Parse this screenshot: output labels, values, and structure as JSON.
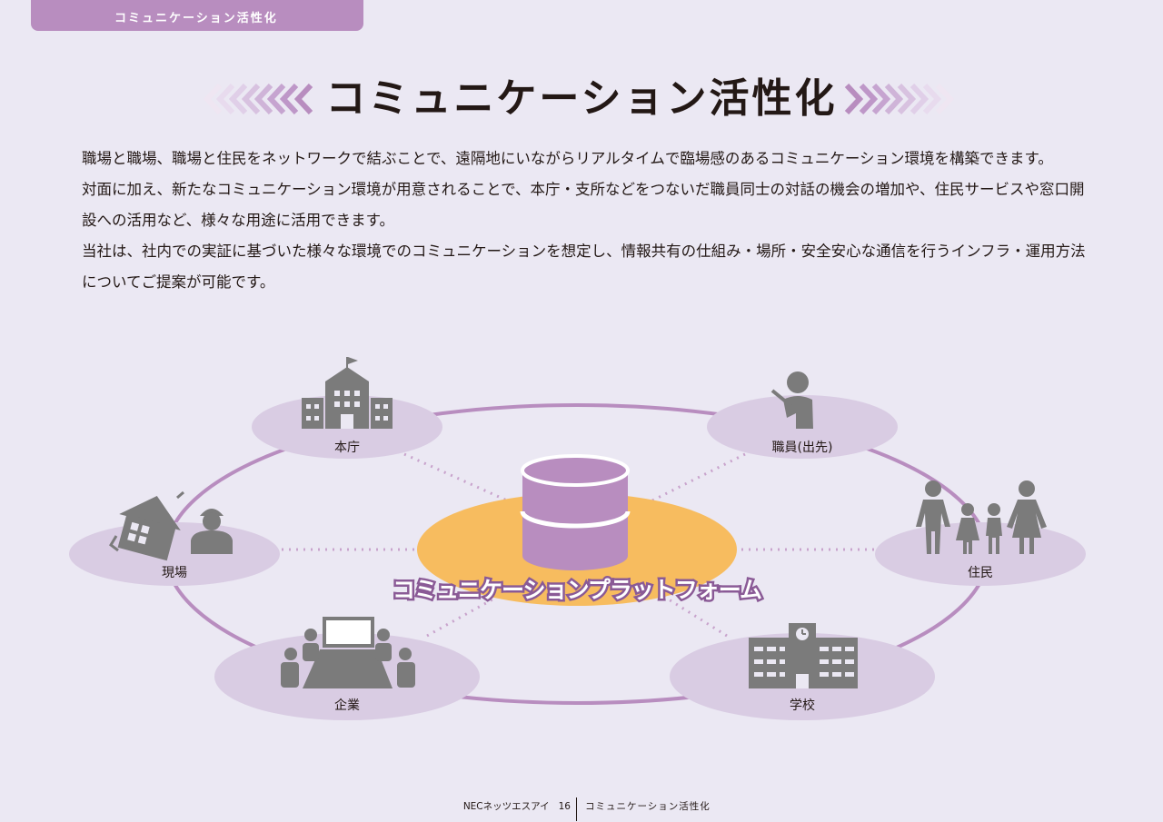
{
  "header_tab": {
    "label": "コミュニケーション活性化"
  },
  "title": "コミュニケーション活性化",
  "paragraphs": [
    "職場と職場、職場と住民をネットワークで結ぶことで、遠隔地にいながらリアルタイムで臨場感のあるコミュニケーション環境を構築できます。",
    "対面に加え、新たなコミュニケーション環境が用意されることで、本庁・支所などをつないだ職員同士の対話の機会の増加や、住民サービスや窓口開設への活用など、様々な用途に活用できます。",
    "当社は、社内での実証に基づいた様々な環境でのコミュニケーションを想定し、情報共有の仕組み・場所・安全安心な通信を行うインフラ・運用方法についてご提案が可能です。"
  ],
  "diagram": {
    "center_label": "コミュニケーションプラットフォーム",
    "nodes": {
      "honcho": "本庁",
      "shokuin": "職員(出先)",
      "genba": "現場",
      "jumin": "住民",
      "kigyo": "企業",
      "gakko": "学校"
    },
    "icons": {
      "honcho": "government-building-icon",
      "shokuin": "presenter-icon",
      "genba": "damaged-house-worker-icon",
      "jumin": "family-icon",
      "kigyo": "meeting-icon",
      "gakko": "school-icon",
      "center": "database-icon"
    }
  },
  "footer": {
    "company": "NECネッツエスアイ",
    "page": "16",
    "section": "コミュニケーション活性化"
  },
  "colors": {
    "background": "#ebe8f3",
    "accent_purple": "#b88dbf",
    "node_ellipse": "#d9cce3",
    "platform_orange": "#f7bc5f",
    "icon_gray": "#7b7b7b"
  }
}
